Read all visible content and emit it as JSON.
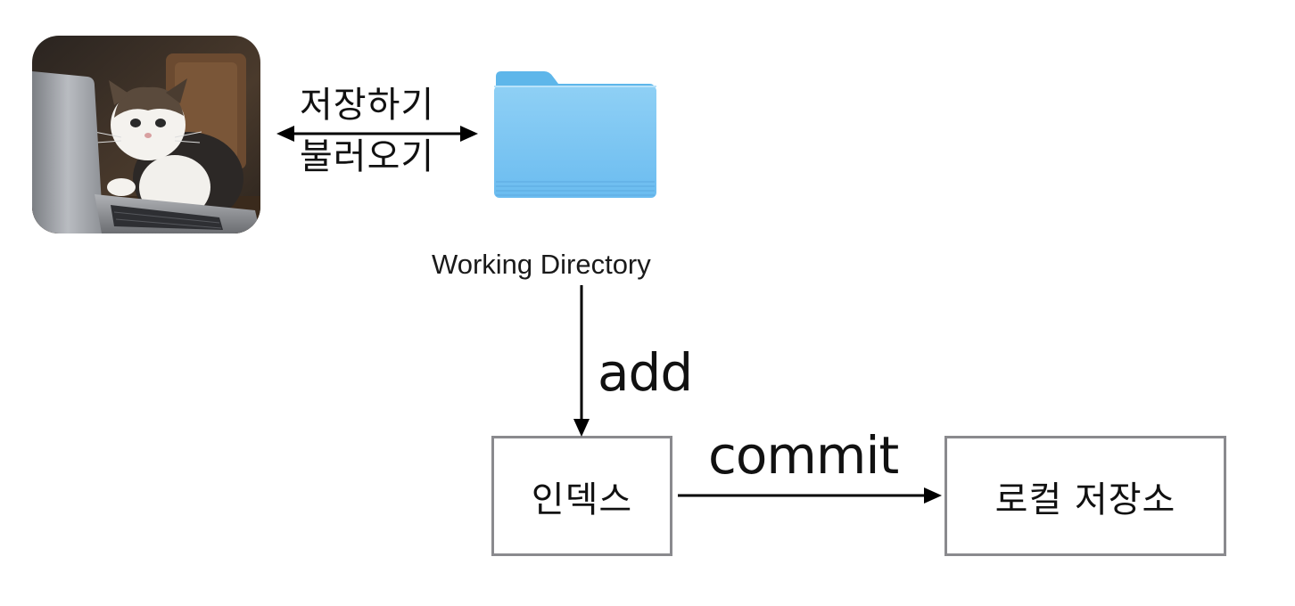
{
  "nodes": {
    "working_directory": "Working Directory",
    "index": "인덱스",
    "local_repository": "로컬 저장소"
  },
  "edges": {
    "save": "저장하기",
    "load": "불러오기",
    "add": "add",
    "commit": "commit"
  },
  "icons": {
    "photo": "cat-at-laptop-photo",
    "folder": "folder-icon"
  },
  "colors": {
    "box_border": "#8a8a8e",
    "folder_light": "#8fd0f5",
    "folder_dark": "#5eb6ea",
    "arrow": "#000000"
  }
}
